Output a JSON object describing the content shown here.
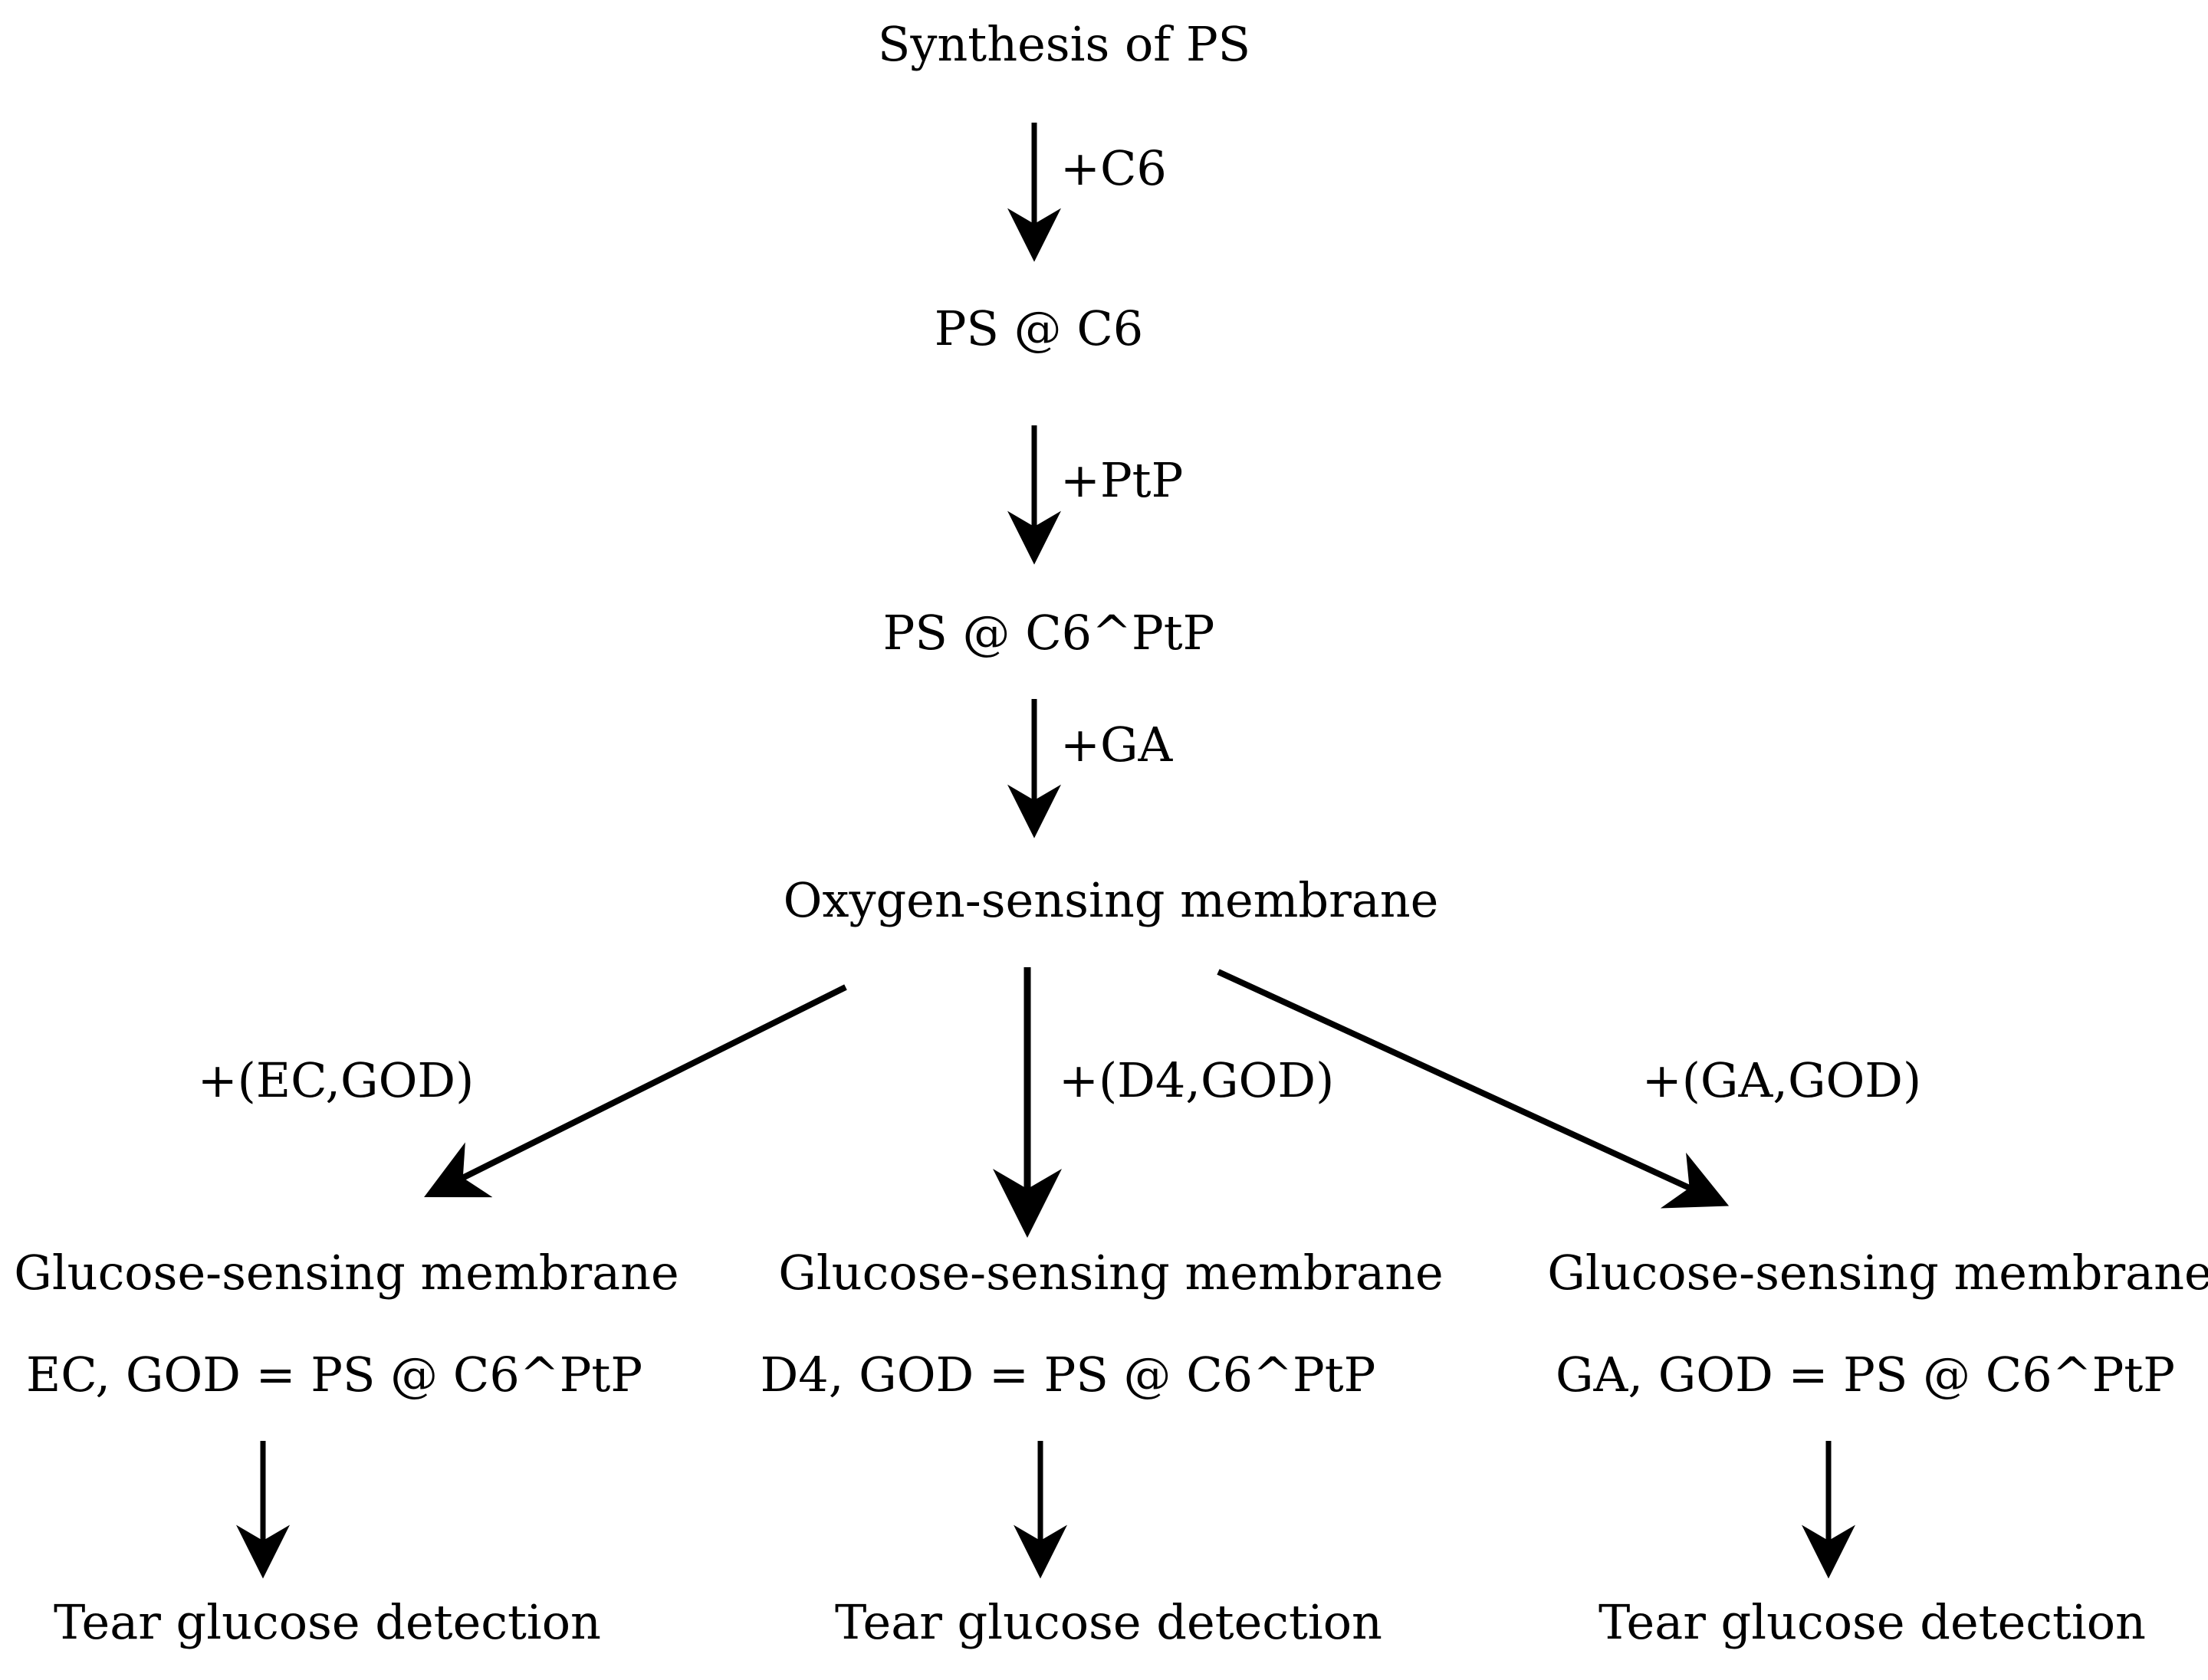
{
  "diagram": {
    "nodes": {
      "synthesis": "Synthesis of PS",
      "ps_c6": "PS @ C6",
      "ps_c6_ptp": "PS @ C6^PtP",
      "oxygen_membrane": "Oxygen-sensing membrane",
      "glucose_membrane_left": "Glucose-sensing membrane",
      "glucose_formula_left": "EC, GOD = PS @ C6^PtP",
      "glucose_membrane_middle": "Glucose-sensing membrane",
      "glucose_formula_middle": "D4, GOD = PS @ C6^PtP",
      "glucose_membrane_right": "Glucose-sensing membrane",
      "glucose_formula_right": "GA, GOD = PS @ C6^PtP",
      "tear_left": "Tear glucose detection",
      "tear_middle": "Tear glucose detection",
      "tear_right": "Tear glucose detection"
    },
    "arrow_labels": {
      "c6": "+C6",
      "ptp": "+PtP",
      "ga": "+GA",
      "ec_god": "+(EC,GOD)",
      "d4_god": "+(D4,GOD)",
      "ga_god": "+(GA,GOD)"
    },
    "colors": {
      "text": "#000000",
      "arrows": "#000000",
      "background": "#ffffff"
    }
  }
}
